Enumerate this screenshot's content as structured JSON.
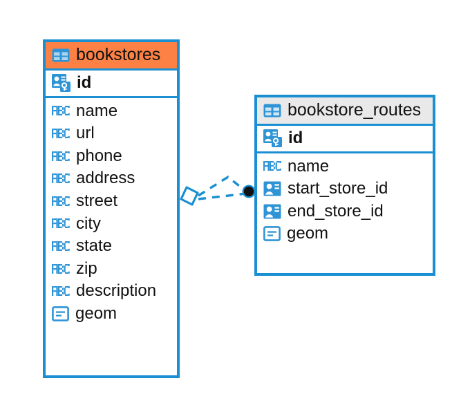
{
  "diagram": {
    "type": "entity-relationship-diagram",
    "background_color": "#ffffff",
    "accent_color": "#1a8fd1",
    "highlight_color": "#fd8144",
    "neutral_header_color": "#e9e9e9",
    "entities": [
      {
        "name": "bookstores",
        "header_style": "accent-orange",
        "table_icon": "table-icon",
        "fields": [
          {
            "name": "id",
            "icon": "primary-key-icon",
            "type_label": "primary-key"
          },
          {
            "name": "name",
            "icon": "abc-text-icon",
            "type_label": "text"
          },
          {
            "name": "url",
            "icon": "abc-text-icon",
            "type_label": "text"
          },
          {
            "name": "phone",
            "icon": "abc-text-icon",
            "type_label": "text"
          },
          {
            "name": "address",
            "icon": "abc-text-icon",
            "type_label": "text"
          },
          {
            "name": "street",
            "icon": "abc-text-icon",
            "type_label": "text"
          },
          {
            "name": "city",
            "icon": "abc-text-icon",
            "type_label": "text"
          },
          {
            "name": "state",
            "icon": "abc-text-icon",
            "type_label": "text"
          },
          {
            "name": "zip",
            "icon": "abc-text-icon",
            "type_label": "text"
          },
          {
            "name": "description",
            "icon": "abc-text-icon",
            "type_label": "text"
          },
          {
            "name": "geom",
            "icon": "geometry-icon",
            "type_label": "geometry"
          }
        ]
      },
      {
        "name": "bookstore_routes",
        "header_style": "accent-grey",
        "table_icon": "table-icon",
        "fields": [
          {
            "name": "id",
            "icon": "primary-key-icon",
            "type_label": "primary-key"
          },
          {
            "name": "name",
            "icon": "abc-text-icon",
            "type_label": "text"
          },
          {
            "name": "start_store_id",
            "icon": "foreign-key-icon",
            "type_label": "foreign-key"
          },
          {
            "name": "end_store_id",
            "icon": "foreign-key-icon",
            "type_label": "foreign-key"
          },
          {
            "name": "geom",
            "icon": "geometry-icon",
            "type_label": "geometry"
          }
        ]
      }
    ],
    "relationship": {
      "style": "dashed",
      "color": "#1a8fd1",
      "source_marker": "diamond-outline",
      "target_marker": "filled-circle",
      "branches": 2
    }
  }
}
